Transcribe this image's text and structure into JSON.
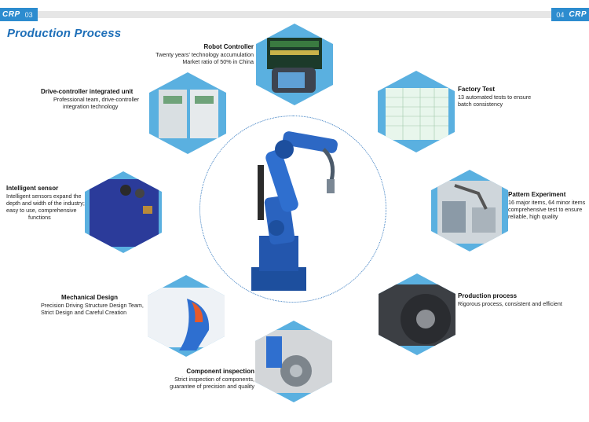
{
  "header": {
    "left_logo": "CRP",
    "left_page": "03",
    "right_page": "04",
    "right_logo": "CRP"
  },
  "page_title": "Production Process",
  "colors": {
    "accent": "#2d8ccf",
    "title": "#1e6fb8",
    "hex_bg": "#5ab0e0",
    "ring": "#3d7fc2"
  },
  "steps": {
    "robot_controller": {
      "title": "Robot Controller",
      "desc1": "Twenty years' technology accumulation",
      "desc2": "Market ratio of 50% in China"
    },
    "factory_test": {
      "title": "Factory Test",
      "desc1": "13 automated tests to ensure",
      "desc2": "batch consistency"
    },
    "drive_controller": {
      "title": "Drive-controller integrated unit",
      "desc1": "Professional team, drive-controller",
      "desc2": "integration technology"
    },
    "intelligent_sensor": {
      "title": "Intelligent sensor",
      "desc1": "Intelligent sensors expand the",
      "desc2": "depth and width of the industry;",
      "desc3": "easy to use, comprehensive",
      "desc4": "functions"
    },
    "pattern_experiment": {
      "title": "Pattern Experiment",
      "desc1": "16 major items, 64 minor items",
      "desc2": "comprehensive test to ensure",
      "desc3": "reliable, high quality"
    },
    "mechanical_design": {
      "title": "Mechanical Design",
      "desc1": "Precision Driving Structure Design Team,",
      "desc2": "Strict Design and Careful Creation"
    },
    "production_process": {
      "title": "Production process",
      "desc1": "Rigorous process, consistent and efficient"
    },
    "component_inspection": {
      "title": "Component inspection",
      "desc1": "Strict inspection of components,",
      "desc2": "guarantee of precision and quality"
    }
  }
}
